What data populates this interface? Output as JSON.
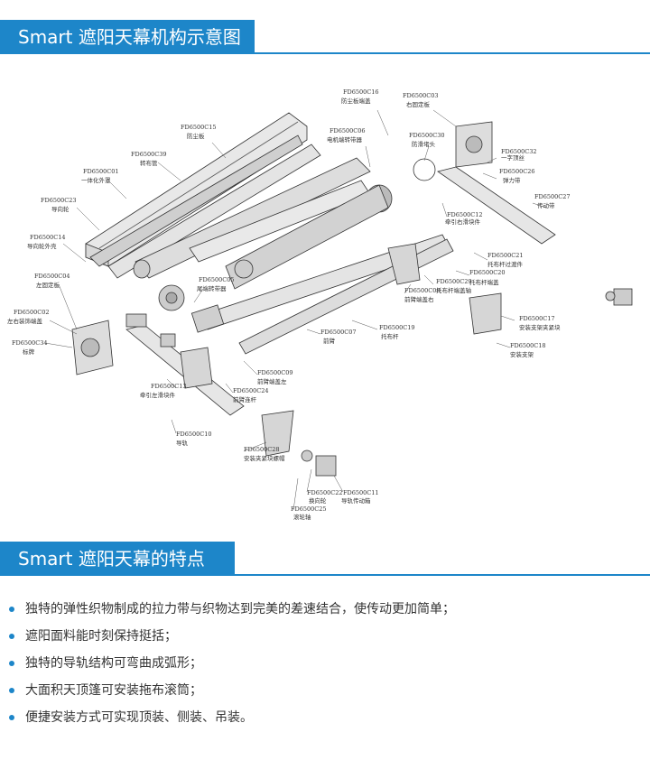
{
  "section1": {
    "title": "Smart 遮阳天幕机构示意图"
  },
  "section2": {
    "title": "Smart 遮阳天幕的特点"
  },
  "diagram": {
    "labels": {
      "c16": [
        "FD6500C16",
        "防尘板端盖"
      ],
      "c03": [
        "FD6500C03",
        "右固定板"
      ],
      "c15": [
        "FD6500C15",
        "防尘板"
      ],
      "c06": [
        "FD6500C06",
        "电机端转带器"
      ],
      "c30": [
        "FD6500C30",
        "防滑堵头"
      ],
      "c39": [
        "FD6500C39",
        "转布管"
      ],
      "c32": [
        "FD6500C32",
        "一字顶丝"
      ],
      "c01": [
        "FD6500C01",
        "一体化外罩"
      ],
      "c26": [
        "FD6500C26",
        "弹力带"
      ],
      "c27": [
        "FD6500C27",
        "传动带"
      ],
      "c23": [
        "FD6500C23",
        "导向轮"
      ],
      "c12": [
        "FD6500C12",
        "牵引右滑块件"
      ],
      "c14": [
        "FD6500C14",
        "导向轮外壳"
      ],
      "c21": [
        "FD6500C21",
        "托布杆过渡件"
      ],
      "c20": [
        "FD6500C20",
        "托布杆端盖"
      ],
      "c29": [
        "FD6500C29",
        "托布杆端盖轴"
      ],
      "c04": [
        "FD6500C04",
        "左固定板"
      ],
      "c05": [
        "FD6500C05",
        "尾端转带器"
      ],
      "c08": [
        "FD6500C08",
        "前臂端盖右"
      ],
      "c17": [
        "FD6500C17",
        "安装支架夹紧块"
      ],
      "c02": [
        "FD6500C02",
        "左右装饰端盖"
      ],
      "c19": [
        "FD6500C19",
        "托布杆"
      ],
      "c34": [
        "FD6500C34",
        "标牌"
      ],
      "c07": [
        "FD6500C07",
        "前臂"
      ],
      "c18": [
        "FD6500C18",
        "安装支架"
      ],
      "c09": [
        "FD6500C09",
        "前臂端盖左"
      ],
      "c13": [
        "FD6500C13",
        "牵引左滑块件"
      ],
      "c24": [
        "FD6500C24",
        "前臂连杆"
      ],
      "c10": [
        "FD6500C10",
        "导轨"
      ],
      "c28": [
        "FD6500C28",
        "安装夹紧块螺帽"
      ],
      "c22": [
        "FD6500C22",
        "换向轮"
      ],
      "c11": [
        "FD6500C11",
        "导轨传动箱"
      ],
      "c25": [
        "FD6500C25",
        "滚轮轴"
      ]
    }
  },
  "features": [
    "独特的弹性织物制成的拉力带与织物达到完美的差速结合，使传动更加简单；",
    "遮阳面料能时刻保持挺括；",
    "独特的导轨结构可弯曲成弧形；",
    "大面积天顶篷可安装拖布滚筒；",
    "便捷安装方式可实现顶装、侧装、吊装。"
  ],
  "colors": {
    "accent": "#1d86c9"
  }
}
